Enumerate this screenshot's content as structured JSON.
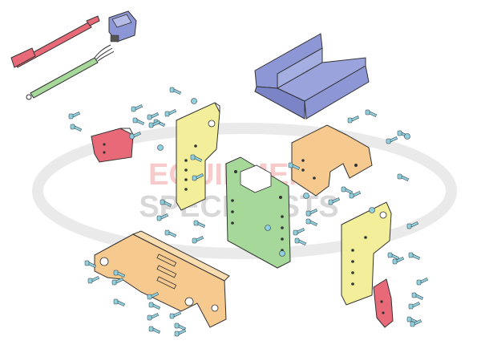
{
  "watermark": {
    "line1": "EQUIPMENT",
    "line2": "SPECIALISTS",
    "ring_color": "#d9d9d9",
    "line1_color": "#f4b6b6",
    "line2_color": "#c8c8c8"
  },
  "colors": {
    "yellow_plate": "#f2ee9a",
    "green_plate": "#a6d89a",
    "orange_part": "#f6c98e",
    "blue_bracket": "#8d97d6",
    "red_part": "#e86a78",
    "bolt": "#8ecfe0",
    "outline": "#333333"
  },
  "parts": [
    {
      "name": "wiring-harness-red",
      "icon": "cable-icon"
    },
    {
      "name": "rocker-switch",
      "icon": "switch-icon"
    },
    {
      "name": "wiring-harness-green",
      "icon": "cable-icon"
    },
    {
      "name": "u-channel-bracket",
      "icon": "bracket-icon"
    },
    {
      "name": "left-side-plate",
      "icon": "plate-icon"
    },
    {
      "name": "center-mount-plate",
      "icon": "plate-icon"
    },
    {
      "name": "right-side-plate",
      "icon": "plate-icon"
    },
    {
      "name": "top-gusset",
      "icon": "gusset-icon"
    },
    {
      "name": "lower-cross-frame",
      "icon": "frame-icon"
    },
    {
      "name": "left-wedge-block",
      "icon": "block-icon"
    },
    {
      "name": "right-wedge-block",
      "icon": "block-icon"
    }
  ]
}
